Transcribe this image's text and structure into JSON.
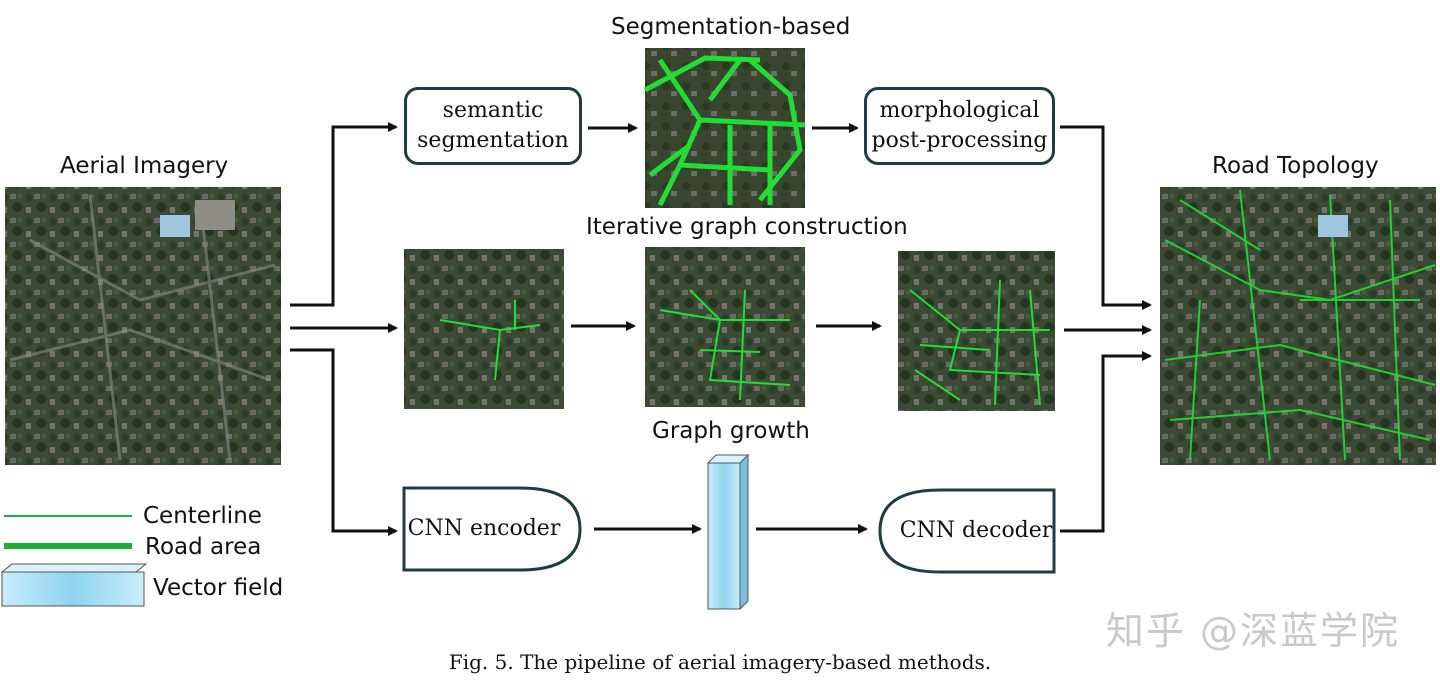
{
  "labels": {
    "aerial_imagery": "Aerial Imagery",
    "segmentation_based": "Segmentation-based",
    "iterative_graph": "Iterative graph construction",
    "graph_growth": "Graph growth",
    "road_topology": "Road Topology"
  },
  "boxes": {
    "semantic_line1": "semantic",
    "semantic_line2": "segmentation",
    "morph_line1": "morphological",
    "morph_line2": "post-processing",
    "cnn_encoder": "CNN encoder",
    "cnn_decoder": "CNN decoder"
  },
  "legend": {
    "centerline": "Centerline",
    "road_area": "Road area",
    "vector_field": "Vector field"
  },
  "caption": "Fig. 5.   The pipeline of aerial imagery-based methods.",
  "watermark": "知乎 @深蓝学院",
  "colors": {
    "road_green": "#22dd33",
    "box_border": "#1f3b45",
    "vector_field": "#8fd3f0"
  }
}
